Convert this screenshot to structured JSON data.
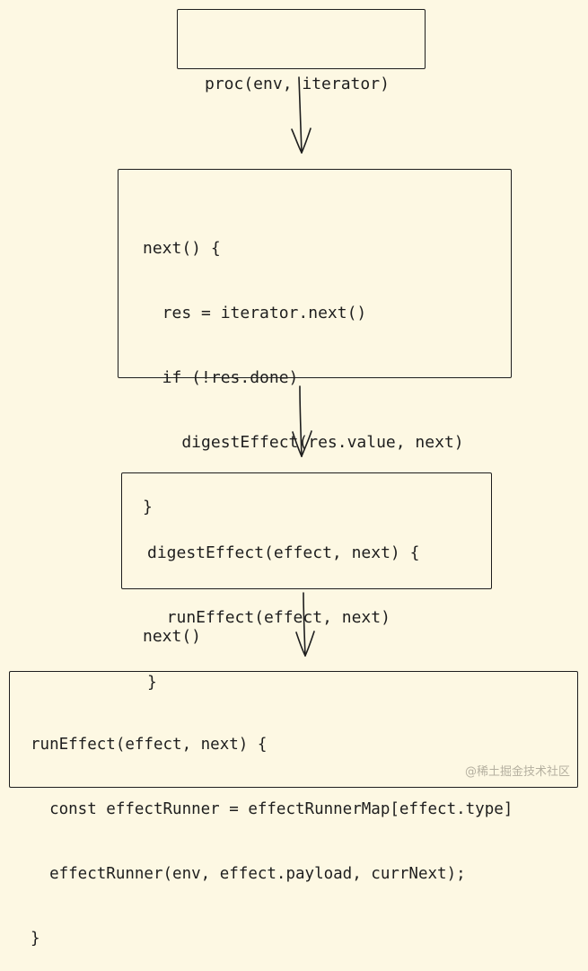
{
  "diagram": {
    "boxes": [
      {
        "id": "proc",
        "lines": [
          "proc(env, iterator)"
        ]
      },
      {
        "id": "next",
        "lines": [
          "next() {",
          "  res = iterator.next()",
          "  if (!res.done)",
          "    digestEffect(res.value, next)",
          "}",
          "",
          "next()"
        ]
      },
      {
        "id": "digest-effect",
        "lines": [
          "digestEffect(effect, next) {",
          "  runEffect(effect, next)",
          "}"
        ]
      },
      {
        "id": "run-effect",
        "lines": [
          "runEffect(effect, next) {",
          "  const effectRunner = effectRunnerMap[effect.type]",
          "  effectRunner(env, effect.payload, currNext);",
          "}"
        ]
      }
    ],
    "stroke_color": "#1e1e1e",
    "background_color": "#fdf8e3"
  },
  "watermark": {
    "text": "@稀土掘金技术社区"
  }
}
